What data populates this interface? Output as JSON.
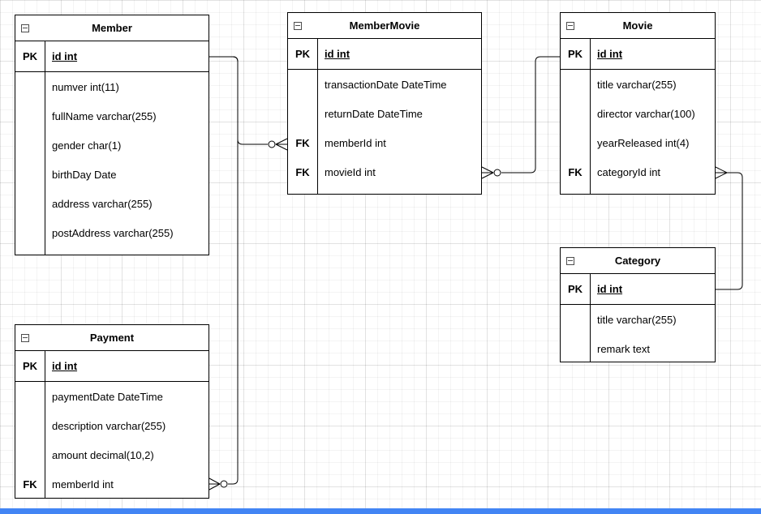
{
  "app": {
    "colors": {
      "bottom_bar": "#4285f4",
      "table_border": "#000000",
      "canvas_background": "#ffffff"
    }
  },
  "diagram": {
    "tables": [
      {
        "id": "member",
        "title": "Member",
        "rows": [
          {
            "key": "PK",
            "field": "id int",
            "is_primary": true
          },
          {
            "key": "",
            "field": "numver int(11)"
          },
          {
            "key": "",
            "field": "fullName varchar(255)"
          },
          {
            "key": "",
            "field": "gender char(1)"
          },
          {
            "key": "",
            "field": "birthDay Date"
          },
          {
            "key": "",
            "field": "address varchar(255)"
          },
          {
            "key": "",
            "field": "postAddress varchar(255)"
          }
        ]
      },
      {
        "id": "membermovie",
        "title": "MemberMovie",
        "rows": [
          {
            "key": "PK",
            "field": "id int",
            "is_primary": true
          },
          {
            "key": "",
            "field": "transactionDate DateTime"
          },
          {
            "key": "",
            "field": "returnDate DateTime"
          },
          {
            "key": "FK",
            "field": "memberId int"
          },
          {
            "key": "FK",
            "field": "movieId int"
          }
        ]
      },
      {
        "id": "movie",
        "title": "Movie",
        "rows": [
          {
            "key": "PK",
            "field": "id int",
            "is_primary": true
          },
          {
            "key": "",
            "field": "title varchar(255)"
          },
          {
            "key": "",
            "field": "director varchar(100)"
          },
          {
            "key": "",
            "field": "yearReleased int(4)"
          },
          {
            "key": "FK",
            "field": "categoryId int"
          }
        ]
      },
      {
        "id": "category",
        "title": "Category",
        "rows": [
          {
            "key": "PK",
            "field": "id int",
            "is_primary": true
          },
          {
            "key": "",
            "field": "title varchar(255)"
          },
          {
            "key": "",
            "field": "remark text"
          }
        ]
      },
      {
        "id": "payment",
        "title": "Payment",
        "rows": [
          {
            "key": "PK",
            "field": "id int",
            "is_primary": true
          },
          {
            "key": "",
            "field": "paymentDate DateTime"
          },
          {
            "key": "",
            "field": "description varchar(255)"
          },
          {
            "key": "",
            "field": "amount decimal(10,2)"
          },
          {
            "key": "FK",
            "field": "memberId int"
          }
        ]
      }
    ],
    "relationships": [
      {
        "from": "Member.id",
        "to": "MemberMovie.memberId",
        "type": "one-to-zero-or-many"
      },
      {
        "from": "Movie.id",
        "to": "MemberMovie.movieId",
        "type": "one-to-zero-or-many"
      },
      {
        "from": "Category.id",
        "to": "Movie.categoryId",
        "type": "one-to-many"
      },
      {
        "from": "Member.id",
        "to": "Payment.memberId",
        "type": "one-to-zero-or-many"
      }
    ]
  }
}
